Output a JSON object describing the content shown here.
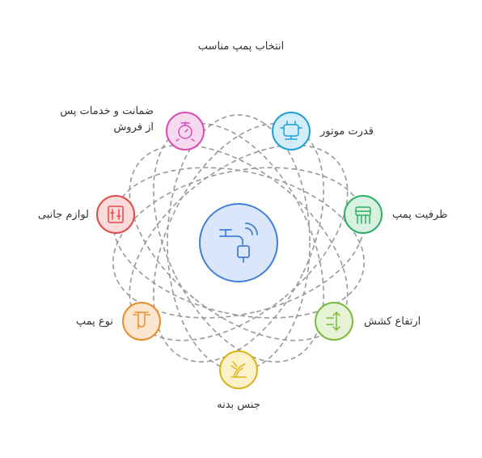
{
  "title": "انتخاب پمپ مناسب",
  "center": {
    "icon": "faucet-water-icon",
    "color": "#3f7fd6",
    "fill": "#dbe6fb"
  },
  "nodes": [
    {
      "id": "motor-power",
      "label": "قدرت موتور",
      "icon": "motor-icon",
      "color": "#1f9fd4",
      "fill": "#d3eefa"
    },
    {
      "id": "pump-capacity",
      "label": "ظرفیت پمپ",
      "icon": "capacity-icon",
      "color": "#2fae63",
      "fill": "#d7f2e1"
    },
    {
      "id": "suction-height",
      "label": "ارتفاع کشش",
      "icon": "suction-icon",
      "color": "#7cb93a",
      "fill": "#e6f3d6"
    },
    {
      "id": "body-material",
      "label": "جنس بدنه",
      "icon": "material-icon",
      "color": "#d9b51c",
      "fill": "#fbf2cc"
    },
    {
      "id": "pump-type",
      "label": "نوع پمپ",
      "icon": "pump-type-icon",
      "color": "#e98b2a",
      "fill": "#fde6cf"
    },
    {
      "id": "accessories",
      "label": "لوازم جانبی",
      "icon": "accessories-icon",
      "color": "#e24a4a",
      "fill": "#fbdada"
    },
    {
      "id": "warranty",
      "label": "ضمانت و خدمات پس از فروش",
      "label_lines": [
        "ضمانت و خدمات پس",
        "از فروش"
      ],
      "icon": "warranty-icon",
      "color": "#d64fb4",
      "fill": "#f8daf0"
    }
  ]
}
